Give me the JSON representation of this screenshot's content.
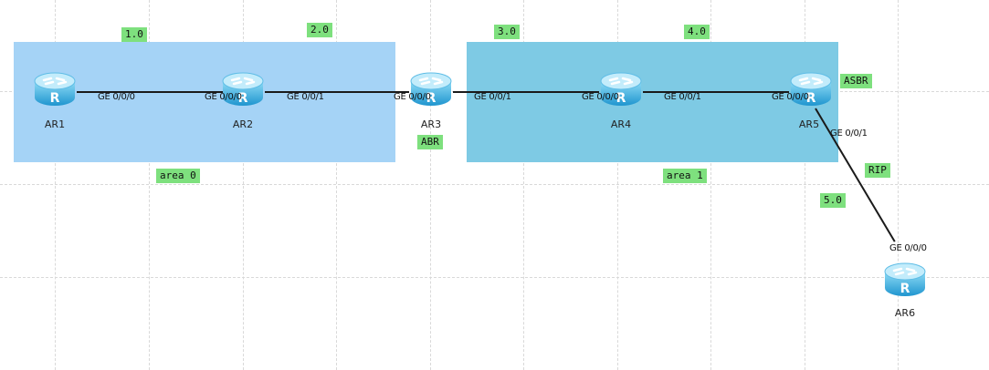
{
  "colors": {
    "area0_fill": "#a5d3f6",
    "area1_fill": "#7ecae4",
    "link": "#1a1a1a",
    "tag_bg": "#7ee07e",
    "grid": "#d9d9d9"
  },
  "routers": [
    {
      "id": "ar1",
      "name": "AR1"
    },
    {
      "id": "ar2",
      "name": "AR2"
    },
    {
      "id": "ar3",
      "name": "AR3"
    },
    {
      "id": "ar4",
      "name": "AR4"
    },
    {
      "id": "ar5",
      "name": "AR5"
    },
    {
      "id": "ar6",
      "name": "AR6"
    }
  ],
  "links": [
    {
      "from": "AR1",
      "to": "AR2",
      "from_port": "GE 0/0/0",
      "to_port": "GE 0/0/0",
      "network": "1.0"
    },
    {
      "from": "AR2",
      "to": "AR3",
      "from_port": "GE 0/0/1",
      "to_port": "GE 0/0/0",
      "network": "2.0"
    },
    {
      "from": "AR3",
      "to": "AR4",
      "from_port": "GE 0/0/1",
      "to_port": "GE 0/0/0",
      "network": "3.0"
    },
    {
      "from": "AR4",
      "to": "AR5",
      "from_port": "GE 0/0/1",
      "to_port": "GE 0/0/0",
      "network": "4.0"
    },
    {
      "from": "AR5",
      "to": "AR6",
      "from_port": "GE 0/0/1",
      "to_port": "GE 0/0/0",
      "network": "5.0"
    }
  ],
  "labels": {
    "area0": "area 0",
    "area1": "area 1",
    "abr": "ABR",
    "asbr": "ASBR",
    "rip": "RIP"
  },
  "icon": "router-icon"
}
